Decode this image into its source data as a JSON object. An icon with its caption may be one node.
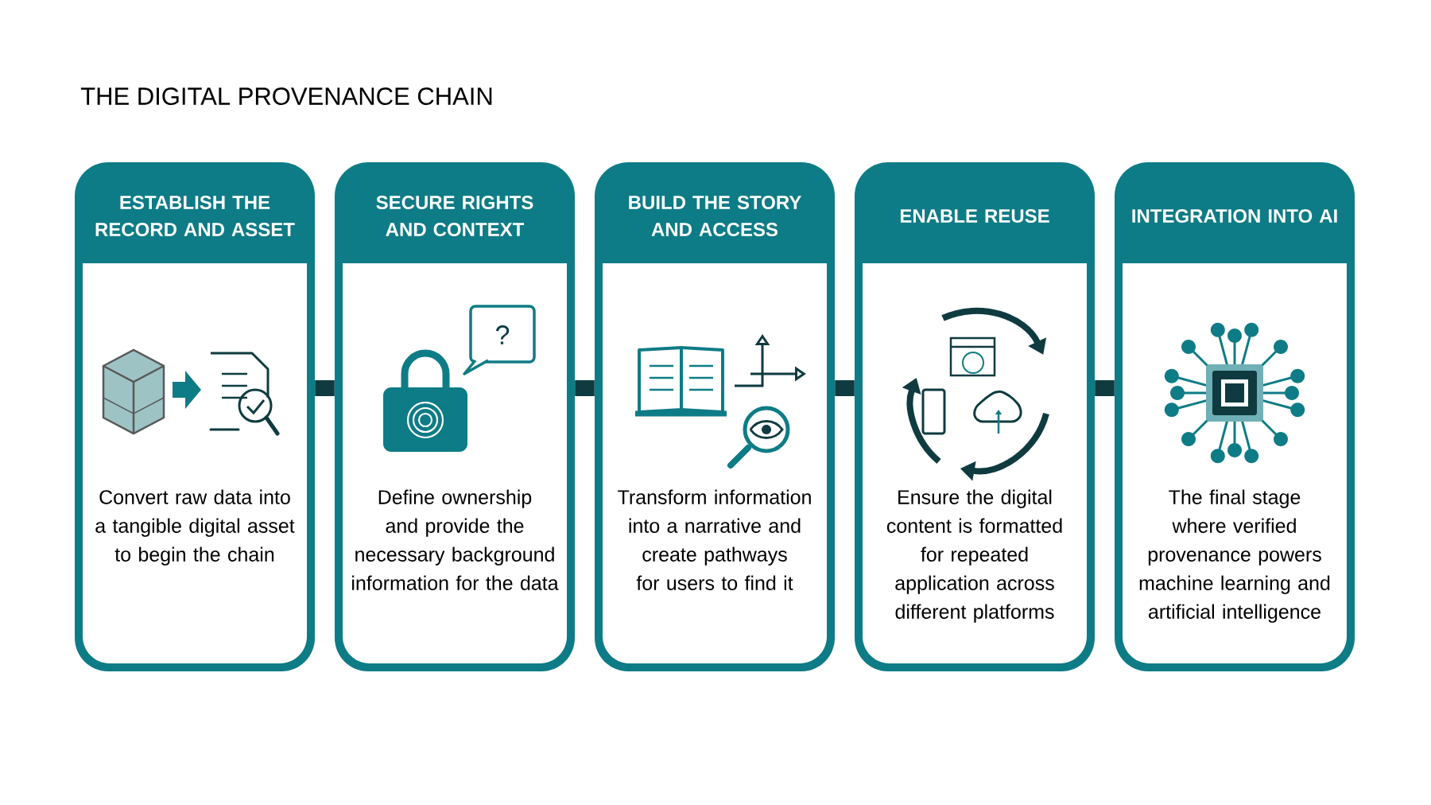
{
  "diagram": {
    "title": "THE DIGITAL PROVENANCE CHAIN",
    "nodes": [
      {
        "text": [
          "ESTABLISH THE RECORD AND ASSET",
          "Convert raw data into a tangible digital asset to begin the chain"
        ]
      },
      {
        "text": [
          "SECURE RIGHTS AND CONTEXT",
          "Define ownership and provide the necessary background information for the data"
        ]
      },
      {
        "text": [
          "BUILD THE STORY AND ACCESS",
          "Transform information into a narrative and create pathways for users to find it"
        ]
      },
      {
        "text": [
          "ENABLE REUSE",
          "Ensure the digital content is formatted for repeated application across different platforms"
        ]
      },
      {
        "text": [
          "INTEGRATION INTO AI",
          "The final stage where verified provenance powers machine learning and artificial intelligence"
        ]
      }
    ],
    "edges": [
      {
        "from": 0,
        "to": 1,
        "arrow": "none"
      },
      {
        "from": 1,
        "to": 2,
        "arrow": "none"
      },
      {
        "from": 2,
        "to": 3,
        "arrow": "none"
      },
      {
        "from": 3,
        "to": 4,
        "arrow": "none"
      }
    ],
    "labels": [
      "?"
    ]
  }
}
